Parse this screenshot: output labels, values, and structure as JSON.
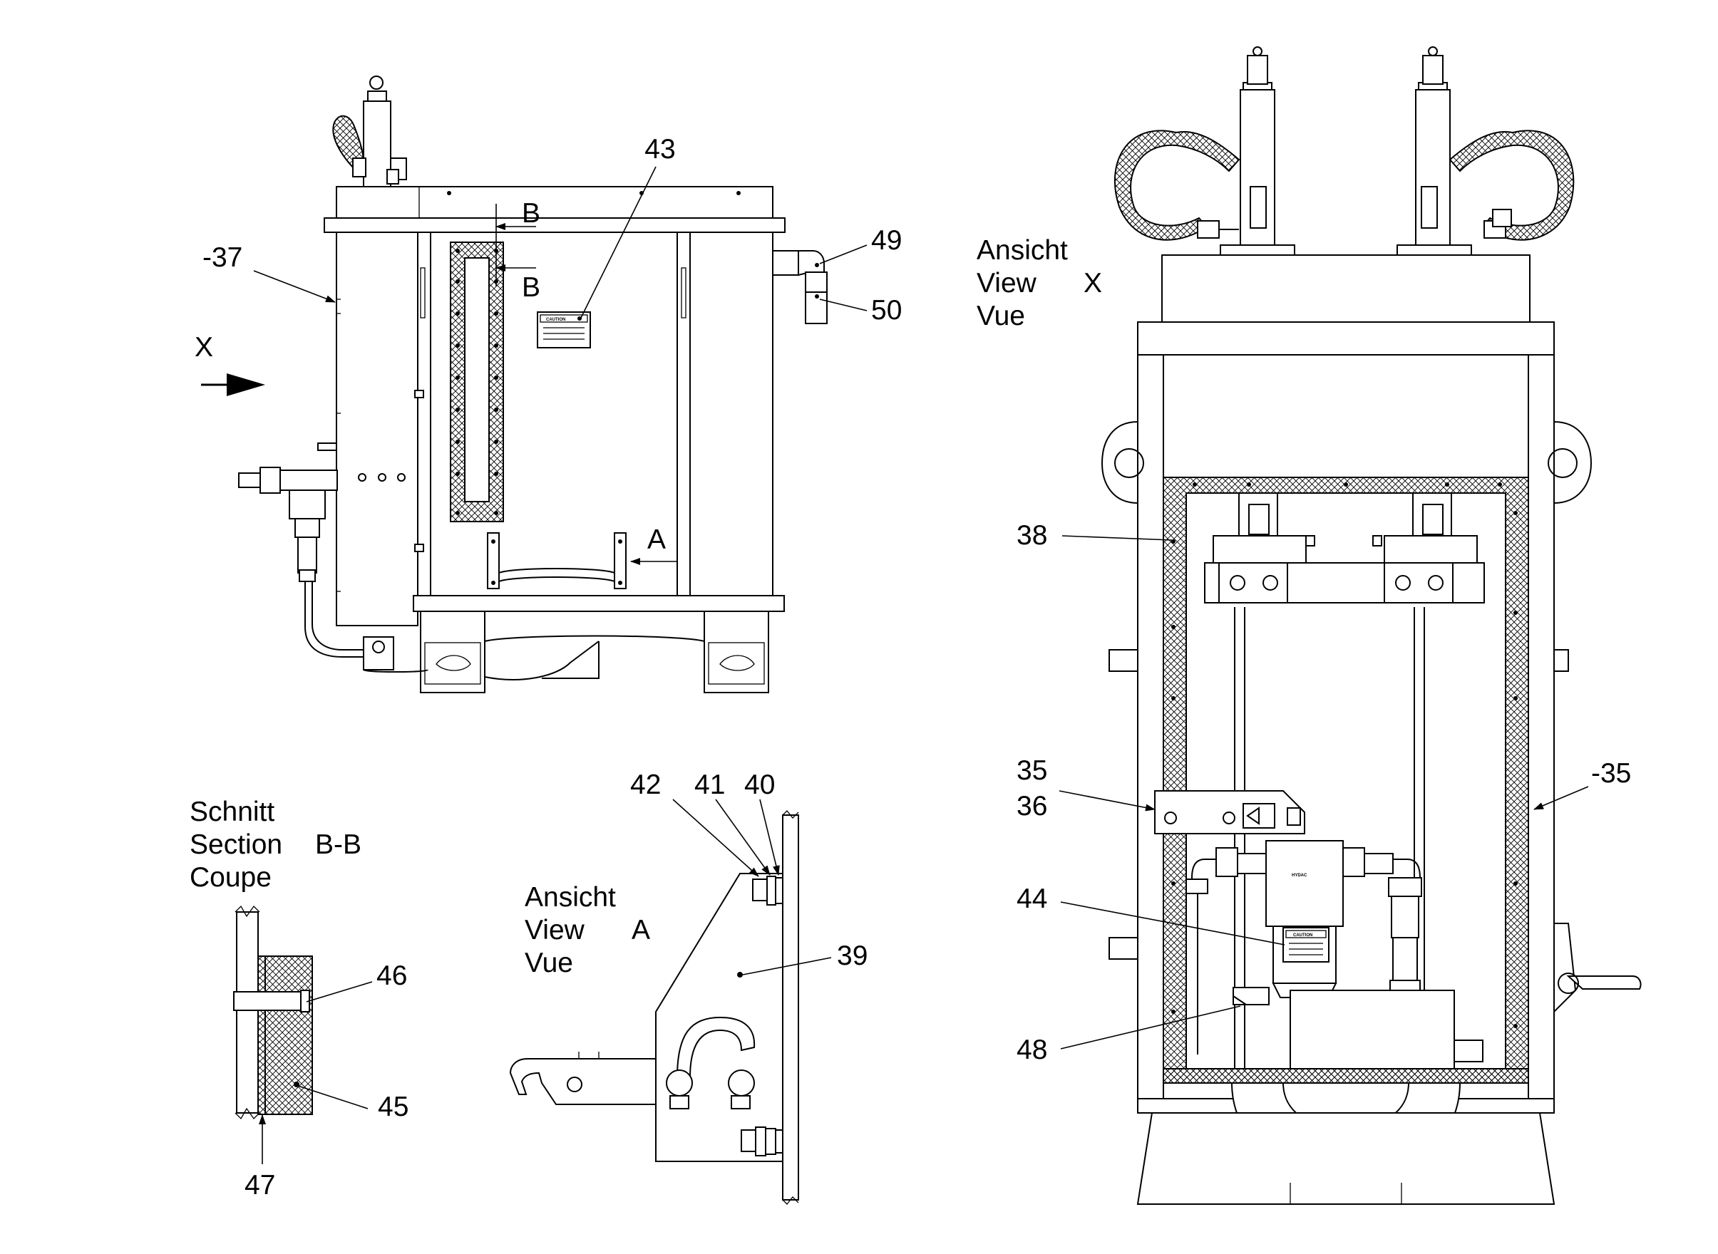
{
  "callouts": {
    "c43": "43",
    "c49": "49",
    "c50": "50",
    "c37": "-37",
    "c38": "38",
    "c35_36_a": "35",
    "c35_36_b": "36",
    "c35n": "-35",
    "c44": "44",
    "c48": "48",
    "c42": "42",
    "c41": "41",
    "c40": "40",
    "c39": "39",
    "c46": "46",
    "c45": "45",
    "c47": "47"
  },
  "markers": {
    "x": "X",
    "a": "A",
    "b_top": "B",
    "b_bottom": "B"
  },
  "view_x": {
    "line1": "Ansicht",
    "line2": "View",
    "letter": "X",
    "line3": "Vue"
  },
  "view_a": {
    "line1": "Ansicht",
    "line2": "View",
    "letter": "A",
    "line3": "Vue"
  },
  "section_bb": {
    "line1": "Schnitt",
    "line2": "Section",
    "letter": "B-B",
    "line3": "Coupe"
  },
  "plates": {
    "caution_top": "CAUTION",
    "caution_filter": "CAUTION",
    "filter_brand": "HYDAC"
  }
}
